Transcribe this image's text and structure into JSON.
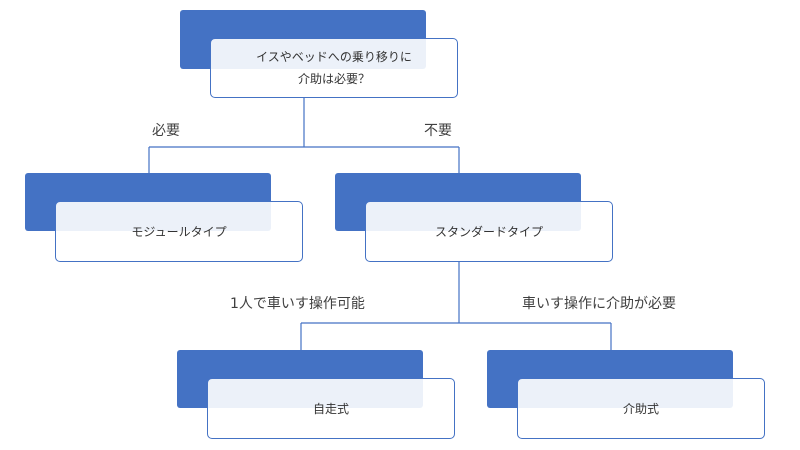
{
  "colors": {
    "accent": "#4472c4",
    "line": "#4472c4",
    "text": "#333333"
  },
  "nodes": {
    "root": "イスやベッドへの乗り移りに\n介助は必要？",
    "modular": "モジュールタイプ",
    "standard": "スタンダードタイプ",
    "self_propelled": "自走式",
    "assisted": "介助式"
  },
  "edge_labels": {
    "need": "必要",
    "no_need": "不要",
    "can_operate_alone": "1人で車いす操作可能",
    "needs_assistance": "車いす操作に介助が必要"
  }
}
